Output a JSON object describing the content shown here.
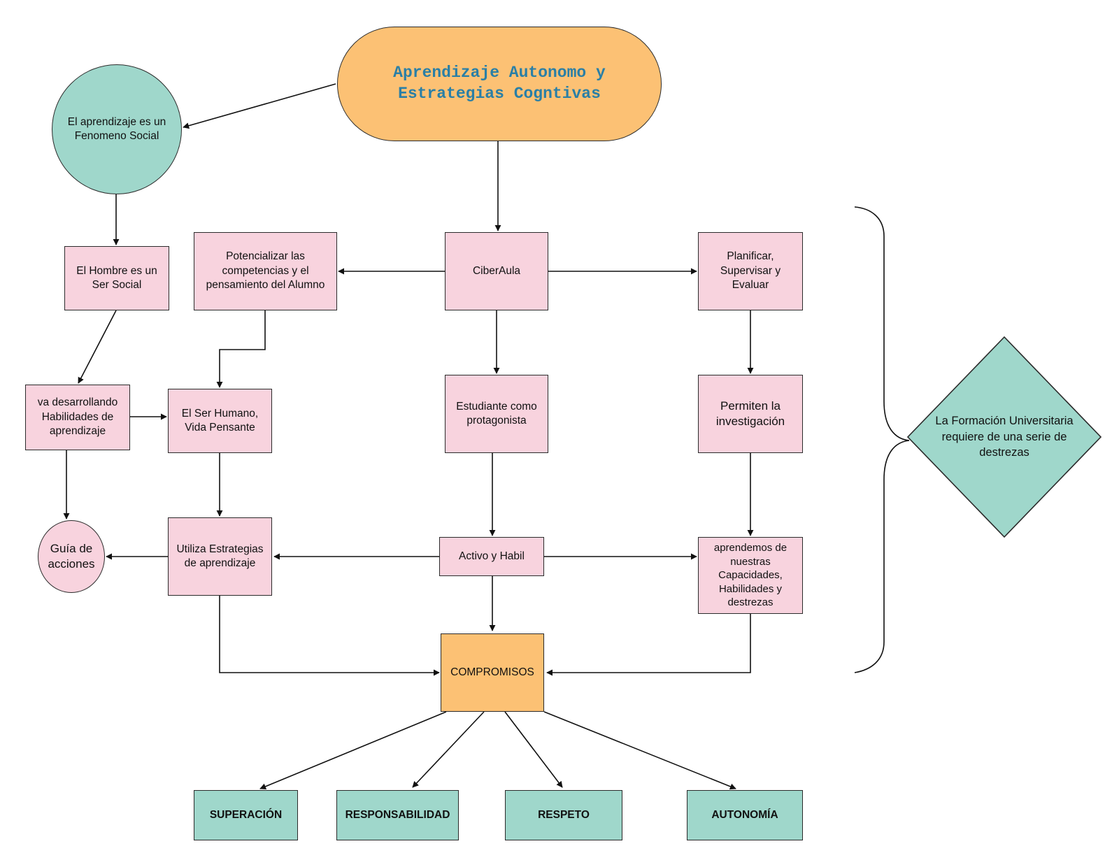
{
  "colors": {
    "pink": "#f8d3de",
    "teal": "#9fd7cb",
    "orange": "#fcc174",
    "title_text": "#2a7fa6",
    "stroke": "#2b2b2b"
  },
  "title": "Aprendizaje Autonomo y Estrategias Cogntivas",
  "nodes": {
    "social_phenomenon": "El aprendizaje es un Fenomeno Social",
    "man_social": "El Hombre es un Ser Social",
    "potentiate": "Potencializar las competencias y el pensamiento del Alumno",
    "ciberaula": "CiberAula",
    "plan": "Planificar, Supervisar y Evaluar",
    "develops_skills": "va desarrollando Habilidades de aprendizaje",
    "human_being": "El Ser Humano, Vida Pensante",
    "student": "Estudiante como protagonista",
    "research": "Permiten la investigación",
    "guide": "Guía de acciones",
    "strategies": "Utiliza Estrategias de aprendizaje",
    "active": "Activo y Habil",
    "learn_capacities": "aprendemos de nuestras Capacidades, Habilidades y destrezas",
    "commitments": "COMPROMISOS",
    "university": "La Formación Universitaria requiere de una serie de destrezas"
  },
  "values": [
    "SUPERACIÓN",
    "RESPONSABILIDAD",
    "RESPETO",
    "AUTONOMÍA"
  ]
}
